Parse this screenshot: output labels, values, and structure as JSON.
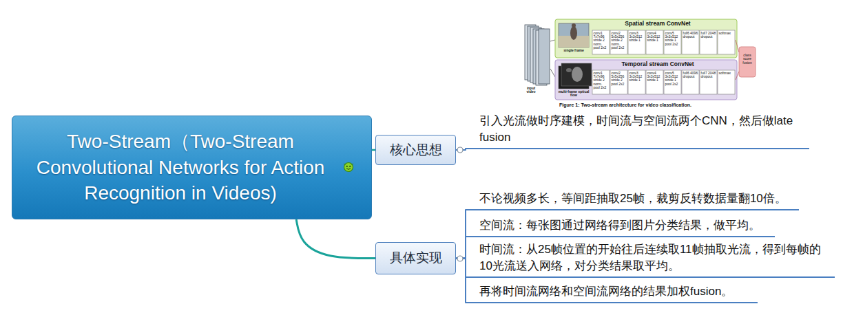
{
  "diagram": {
    "nodes": [
      {
        "text": [
          "Two-Stream（Two-Stream Convolutional Networks for Action Recognition in Videos)"
        ]
      },
      {
        "text": [
          "核心思想"
        ]
      },
      {
        "text": [
          "引入光流做时序建模，时间流与空间流两个CNN，然后做late fusion"
        ]
      },
      {
        "text": [
          "具体实现"
        ]
      },
      {
        "text": [
          "不论视频多长，等间距抽取25帧，裁剪反转数据量翻10倍。"
        ]
      },
      {
        "text": [
          "空间流：每张图通过网络得到图片分类结果，做平均。"
        ]
      },
      {
        "text": [
          "时间流：从25帧位置的开始往后连续取11帧抽取光流，得到每帧的10光流送入网络，对分类结果取平均。"
        ]
      },
      {
        "text": [
          "再将时间流网络和空间流网络的结果加权fusion。"
        ]
      }
    ],
    "edges": [
      {
        "from": 0,
        "to": 1,
        "arrow": "none"
      },
      {
        "from": 0,
        "to": 3,
        "arrow": "none"
      },
      {
        "from": 1,
        "to": 2,
        "arrow": "none"
      },
      {
        "from": 3,
        "to": 4,
        "arrow": "none"
      },
      {
        "from": 3,
        "to": 5,
        "arrow": "none"
      },
      {
        "from": 3,
        "to": 6,
        "arrow": "none"
      },
      {
        "from": 3,
        "to": 7,
        "arrow": "none"
      }
    ],
    "labels": [
      "Spatial stream ConvNet",
      "single frame",
      "conv1 7x7x96 stride 2 norm. pool 2x2",
      "conv2 5x5x256 stride 2 norm. pool 2x2",
      "conv3 3x3x512 stride 1",
      "conv4 3x3x512 stride 1",
      "conv5 3x3x512 stride 1 pool 2x2",
      "full6 4096 dropout",
      "full7 2048 dropout",
      "softmax",
      "Temporal stream ConvNet",
      "multi-frame optical flow",
      "conv1 7x7x96 stride 2 norm. pool 2x2",
      "conv2 5x5x256 stride 2 pool 2x2",
      "conv3 3x3x512 stride 1",
      "conv4 3x3x512 stride 1",
      "conv5 3x3x512 stride 1 pool 2x2",
      "full6 4096 dropout",
      "full7 2048 dropout",
      "softmax",
      "input video",
      "class score fusion",
      "Figure 1: Two-stream architecture for video classification."
    ]
  }
}
